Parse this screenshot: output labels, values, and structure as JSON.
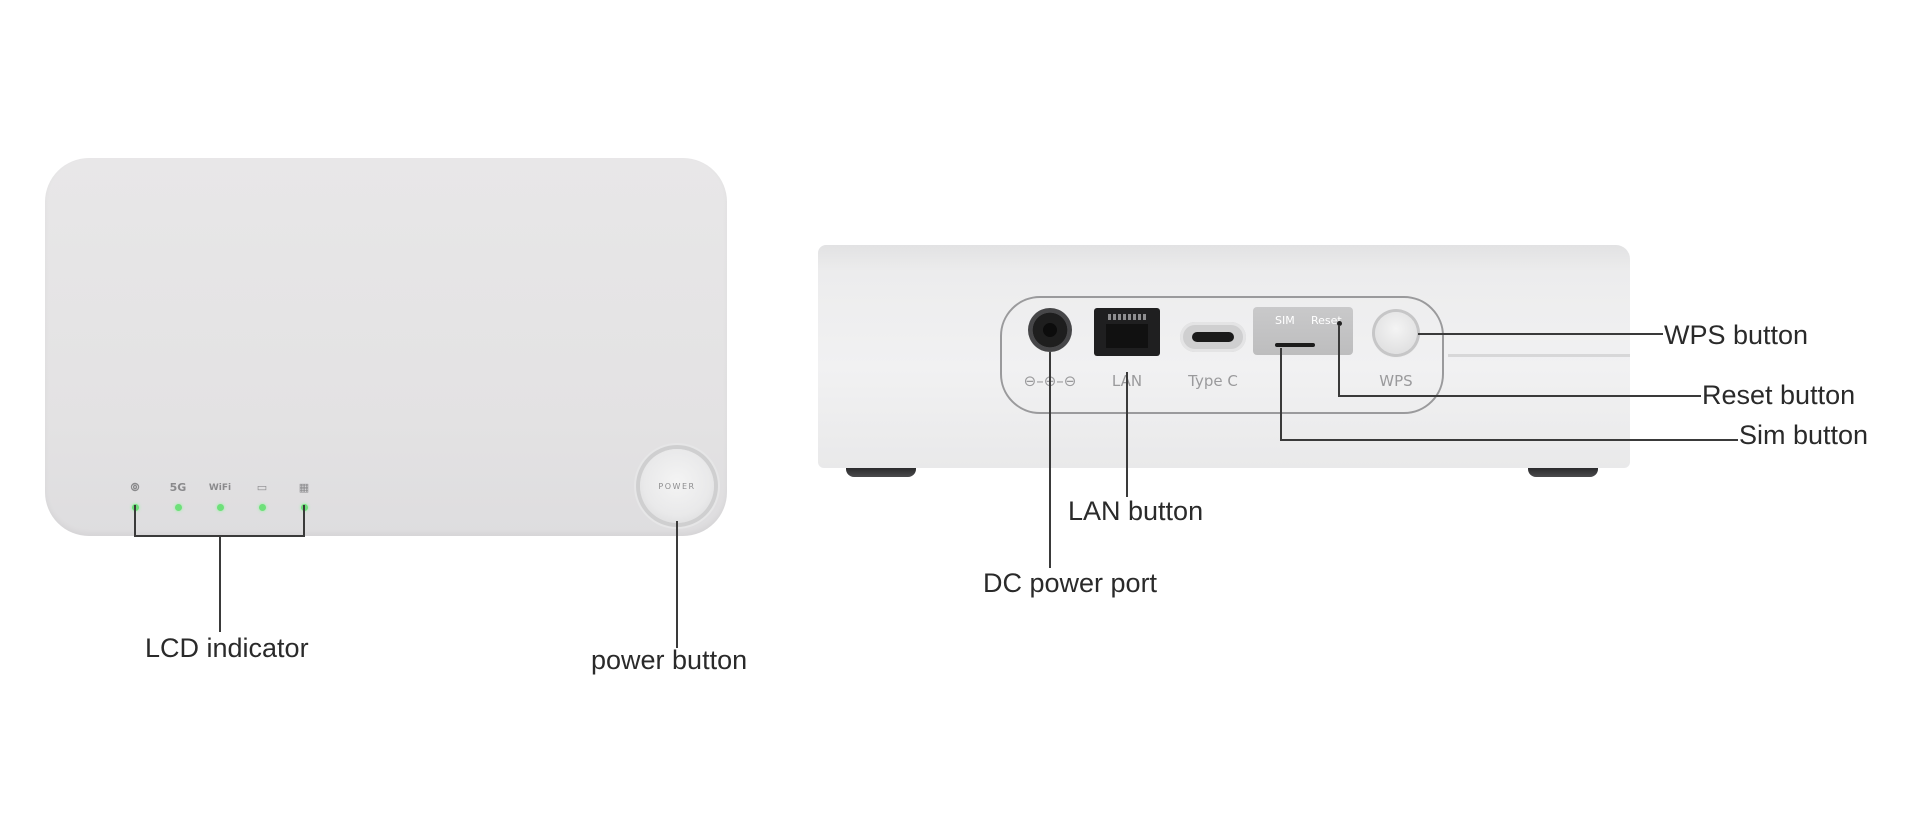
{
  "front_view": {
    "indicators": [
      {
        "icon": "signal-icon",
        "glyph": "⦾",
        "led_color": "#6ee07a"
      },
      {
        "icon": "5g-icon",
        "glyph": "5G",
        "led_color": "#6ee07a"
      },
      {
        "icon": "wifi-icon",
        "glyph": "WiFi",
        "led_color": "#6ee07a"
      },
      {
        "icon": "message-icon",
        "glyph": "▭",
        "led_color": "#6ee07a"
      },
      {
        "icon": "grid-icon",
        "glyph": "▦",
        "led_color": "#6ee07a"
      }
    ],
    "power_button_text": "POWER"
  },
  "back_view": {
    "ports": {
      "dc_label": "⊖–⊖–⊖",
      "lan_label": "LAN",
      "typec_label": "Type C",
      "sim_label": "SIM",
      "reset_label": "Reset",
      "wps_label": "WPS"
    }
  },
  "callouts": {
    "lcd_indicator": "LCD indicator",
    "power_button": "power button",
    "dc_power_port": "DC power port",
    "lan_button": "LAN button",
    "wps_button": "WPS button",
    "reset_button": "Reset button",
    "sim_button": "Sim button"
  },
  "colors": {
    "line": "#3a3a3a",
    "led": "#6ee07a",
    "device_body": "#e5e4e5"
  }
}
